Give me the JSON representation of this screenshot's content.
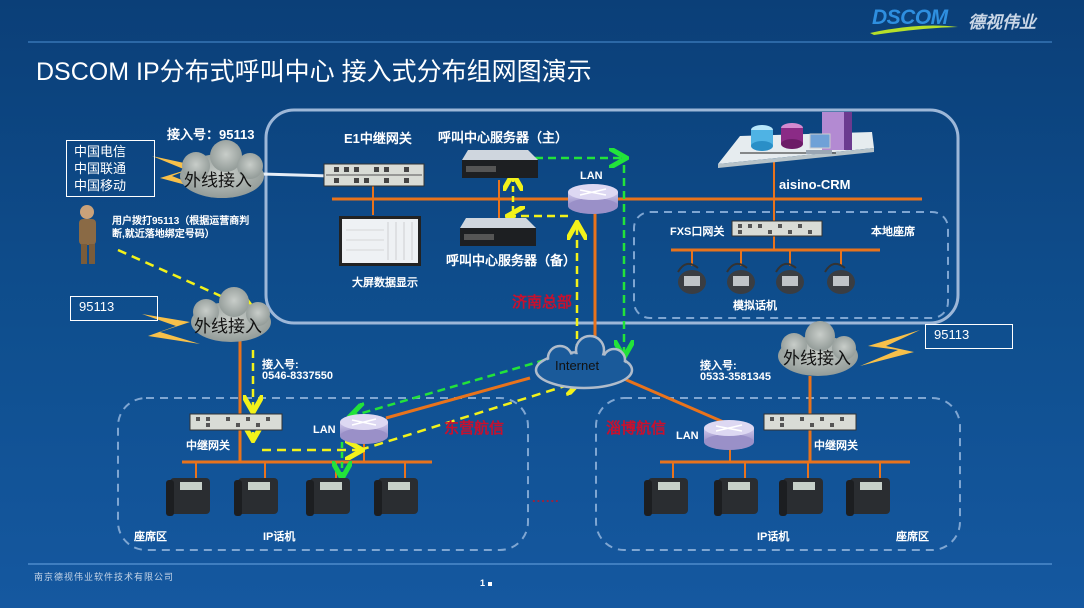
{
  "logo": {
    "brand": "DSCOM",
    "cn": "德视伟业"
  },
  "title": "DSCOM IP分布式呼叫中心 接入式分布组网图演示",
  "colors": {
    "background": "#0f4f8f",
    "lan_line": "#e8731c",
    "dash_green": "#22e33a",
    "dash_yellow": "#f2f21a",
    "region_label": "#c8102e",
    "hq_border": "#9db7d8"
  },
  "headquarters": {
    "access_number_label": "接入号：95113",
    "carriers": [
      "中国电信",
      "中国联通",
      "中国移动"
    ],
    "external_access": "外线接入",
    "user_note": "用户拨打95113（根据运营商判断,就近落地绑定号码）",
    "e1_gateway": "E1中继网关",
    "server_main": "呼叫中心服务器（主）",
    "server_backup": "呼叫中心服务器（备）",
    "big_screen": "大屏数据显示",
    "lan": "LAN",
    "crm": "aisino-CRM",
    "fxs_gateway": "FXS口网关",
    "local_seats": "本地座席",
    "analog_phones": "模拟话机",
    "region_name": "济南总部"
  },
  "internet": {
    "label": "Internet"
  },
  "branch_dongying": {
    "number_box": "95113",
    "external_access": "外线接入",
    "access_number_label": "接入号:",
    "access_number": "0546-8337550",
    "trunk_gateway": "中继网关",
    "lan": "LAN",
    "region_name": "东营航信",
    "seat_area": "座席区",
    "ip_phones": "IP话机"
  },
  "branch_zibo": {
    "number_box": "95113",
    "external_access": "外线接入",
    "access_number_label": "接入号:",
    "access_number": "0533-3581345",
    "trunk_gateway": "中继网关",
    "lan": "LAN",
    "region_name": "淄博航信",
    "seat_area": "座席区",
    "ip_phones": "IP话机"
  },
  "ellipsis": "......",
  "footer": {
    "company": "南京德视伟业软件技术有限公司",
    "page": "1"
  }
}
